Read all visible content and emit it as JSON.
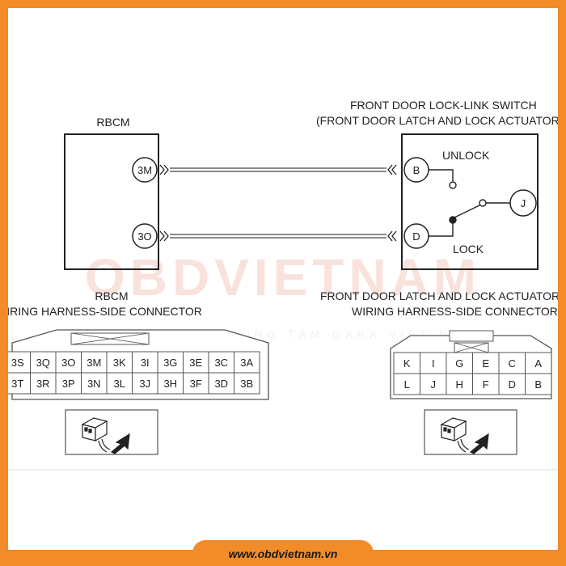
{
  "left_module": {
    "title": "RBCM",
    "pins": [
      "3M",
      "3O"
    ],
    "connector_title_1": "RBCM",
    "connector_title_2": "WIRING HARNESS-SIDE CONNECTOR",
    "connector_row1": [
      "3S",
      "3Q",
      "3O",
      "3M",
      "3K",
      "3I",
      "3G",
      "3E",
      "3C",
      "3A"
    ],
    "connector_row2": [
      "3T",
      "3R",
      "3P",
      "3N",
      "3L",
      "3J",
      "3H",
      "3F",
      "3D",
      "3B"
    ]
  },
  "right_module": {
    "title_1": "FRONT DOOR LOCK-LINK SWITCH",
    "title_2": "(FRONT DOOR LATCH AND LOCK ACTUATOR)",
    "pins": [
      "B",
      "D",
      "J"
    ],
    "unlock_label": "UNLOCK",
    "lock_label": "LOCK",
    "connector_title_1": "FRONT DOOR LATCH AND LOCK ACTUATOR",
    "connector_title_2": "WIRING HARNESS-SIDE CONNECTOR",
    "connector_row1": [
      "K",
      "I",
      "G",
      "E",
      "C",
      "A"
    ],
    "connector_row2": [
      "L",
      "J",
      "H",
      "F",
      "D",
      "B"
    ]
  },
  "watermark": {
    "brand": "OBDVIETNAM",
    "tagline": "TRUNG TÂM GARA VIỆT NAM"
  },
  "footer": {
    "url": "www.obdvietnam.vn"
  },
  "colors": {
    "frame": "#f28c28",
    "ink": "#222222",
    "watermark": "#f6d0c8"
  }
}
